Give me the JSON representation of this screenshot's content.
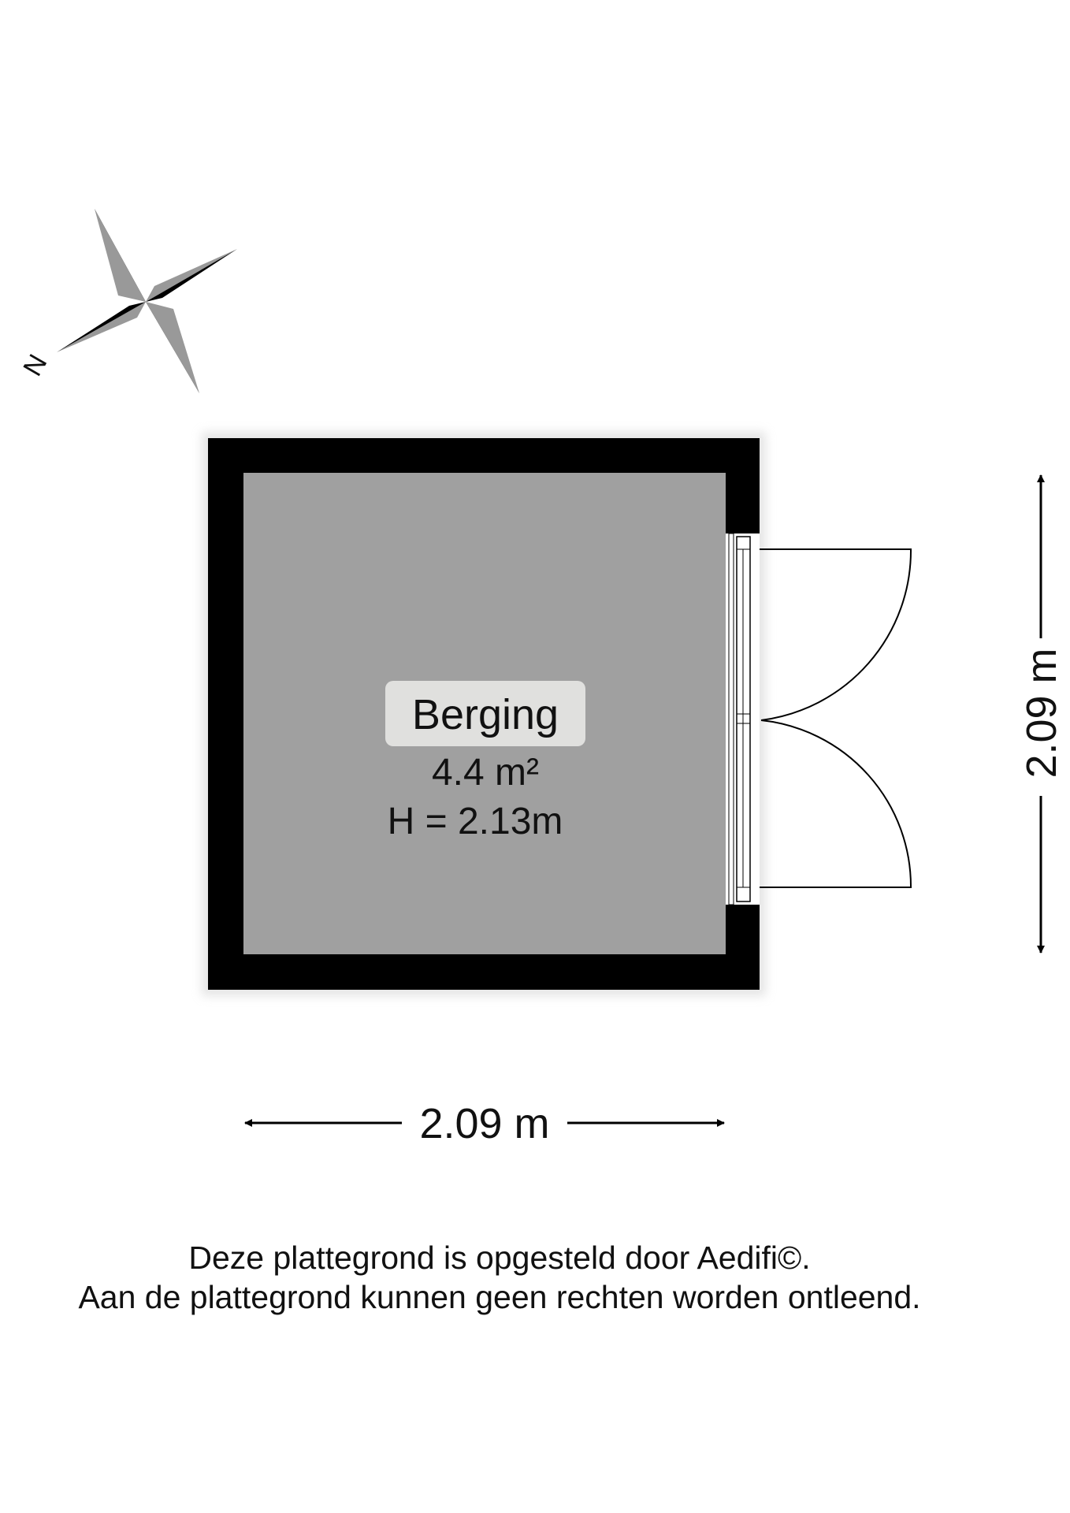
{
  "compass": {
    "north_label": "N"
  },
  "room": {
    "name": "Berging",
    "area": "4.4 m²",
    "height": "H = 2.13m"
  },
  "dimensions": {
    "width": "2.09 m",
    "depth": "2.09 m"
  },
  "footer": {
    "line1": "Deze plattegrond is opgesteld door Aedifi©.",
    "line2": "Aan de plattegrond kunnen geen rechten worden ontleend."
  },
  "colors": {
    "wall": "#000000",
    "floor": "#a0a0a0",
    "label_bg": "#e0e0de"
  }
}
